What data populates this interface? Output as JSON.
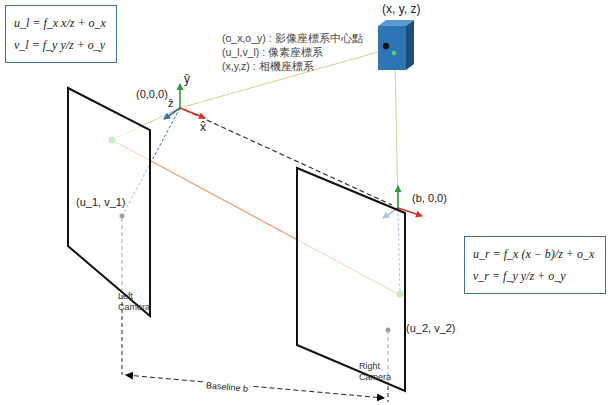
{
  "diagram": {
    "nodes": [
      {
        "text": [
          "u_l = f_x x/z + o_x",
          "v_l = f_y y/z + o_y"
        ]
      },
      {
        "text": [
          "Left Camera"
        ]
      },
      {
        "text": [
          "Right Camera"
        ]
      },
      {
        "text": [
          "u_r = f_x (x − b)/z + o_x",
          "v_r = f_y y/z + o_y"
        ]
      }
    ],
    "labels": [
      "(x, y, z)",
      "(o_x,o_y) : 影像座標系中心點",
      "(u_l,v_l) : 像素座標系",
      "(x,y,z) : 相機座標系",
      "(0,0,0)",
      "ŷ",
      "x̂",
      "ẑ",
      "(b, 0,0)",
      "(u_1, v_1)",
      "(u_2, v_2)",
      "Baseline b"
    ]
  }
}
